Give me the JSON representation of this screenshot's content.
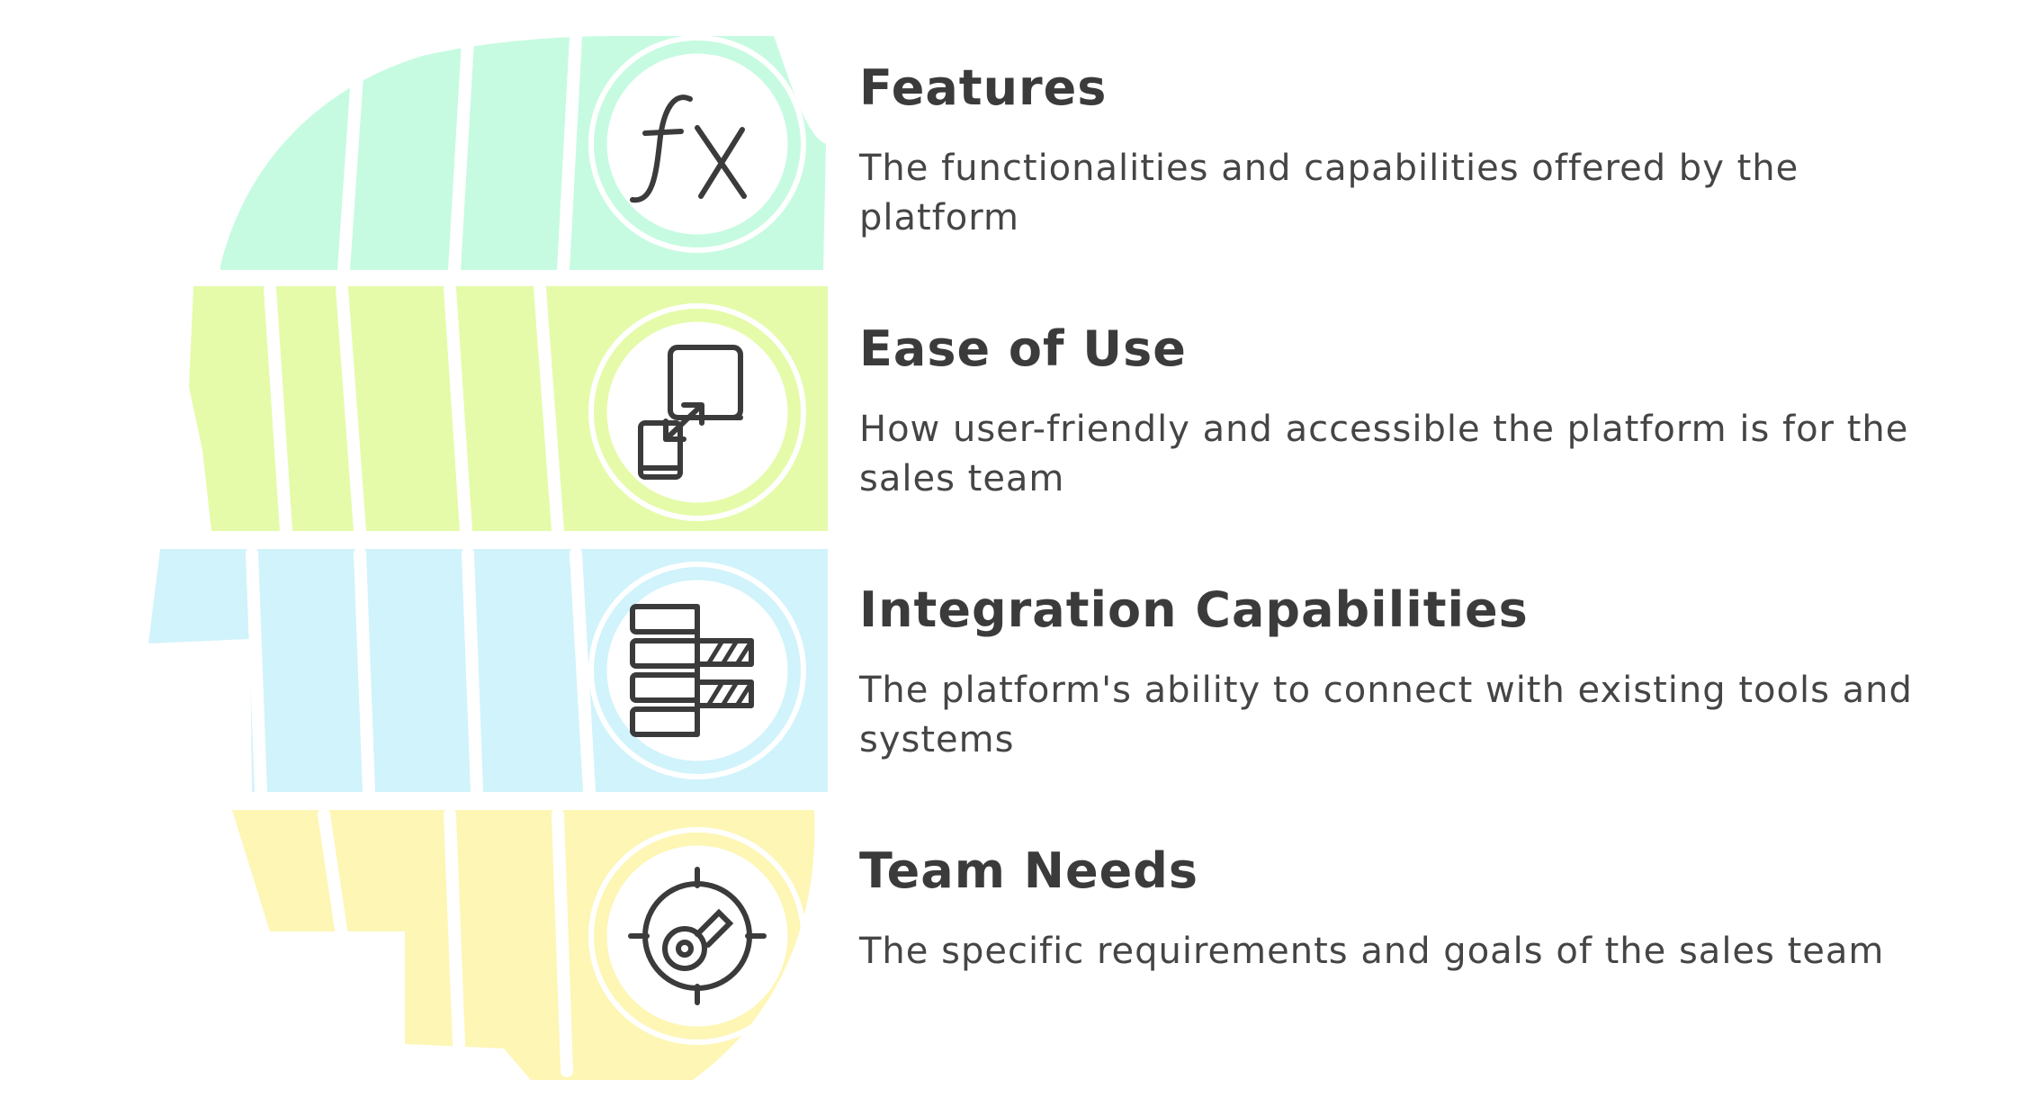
{
  "items": [
    {
      "title": "Features",
      "description": "The functionalities and capabilities offered by the platform",
      "icon": "function-fx-icon",
      "color": "#c6fbe1"
    },
    {
      "title": "Ease of Use",
      "description": "How user-friendly and accessible the platform is for the sales team",
      "icon": "resize-devices-icon",
      "color": "#e5fba9"
    },
    {
      "title": "Integration Capabilities",
      "description": "The platform's ability to connect with existing tools and systems",
      "icon": "connected-blocks-icon",
      "color": "#d1f3fb"
    },
    {
      "title": "Team Needs",
      "description": "The specific requirements and goals of the sales team",
      "icon": "target-key-icon",
      "color": "#fdf6b5"
    }
  ],
  "colors": {
    "text": "#3f3f3f",
    "icon_stroke": "#3b3b3b"
  }
}
